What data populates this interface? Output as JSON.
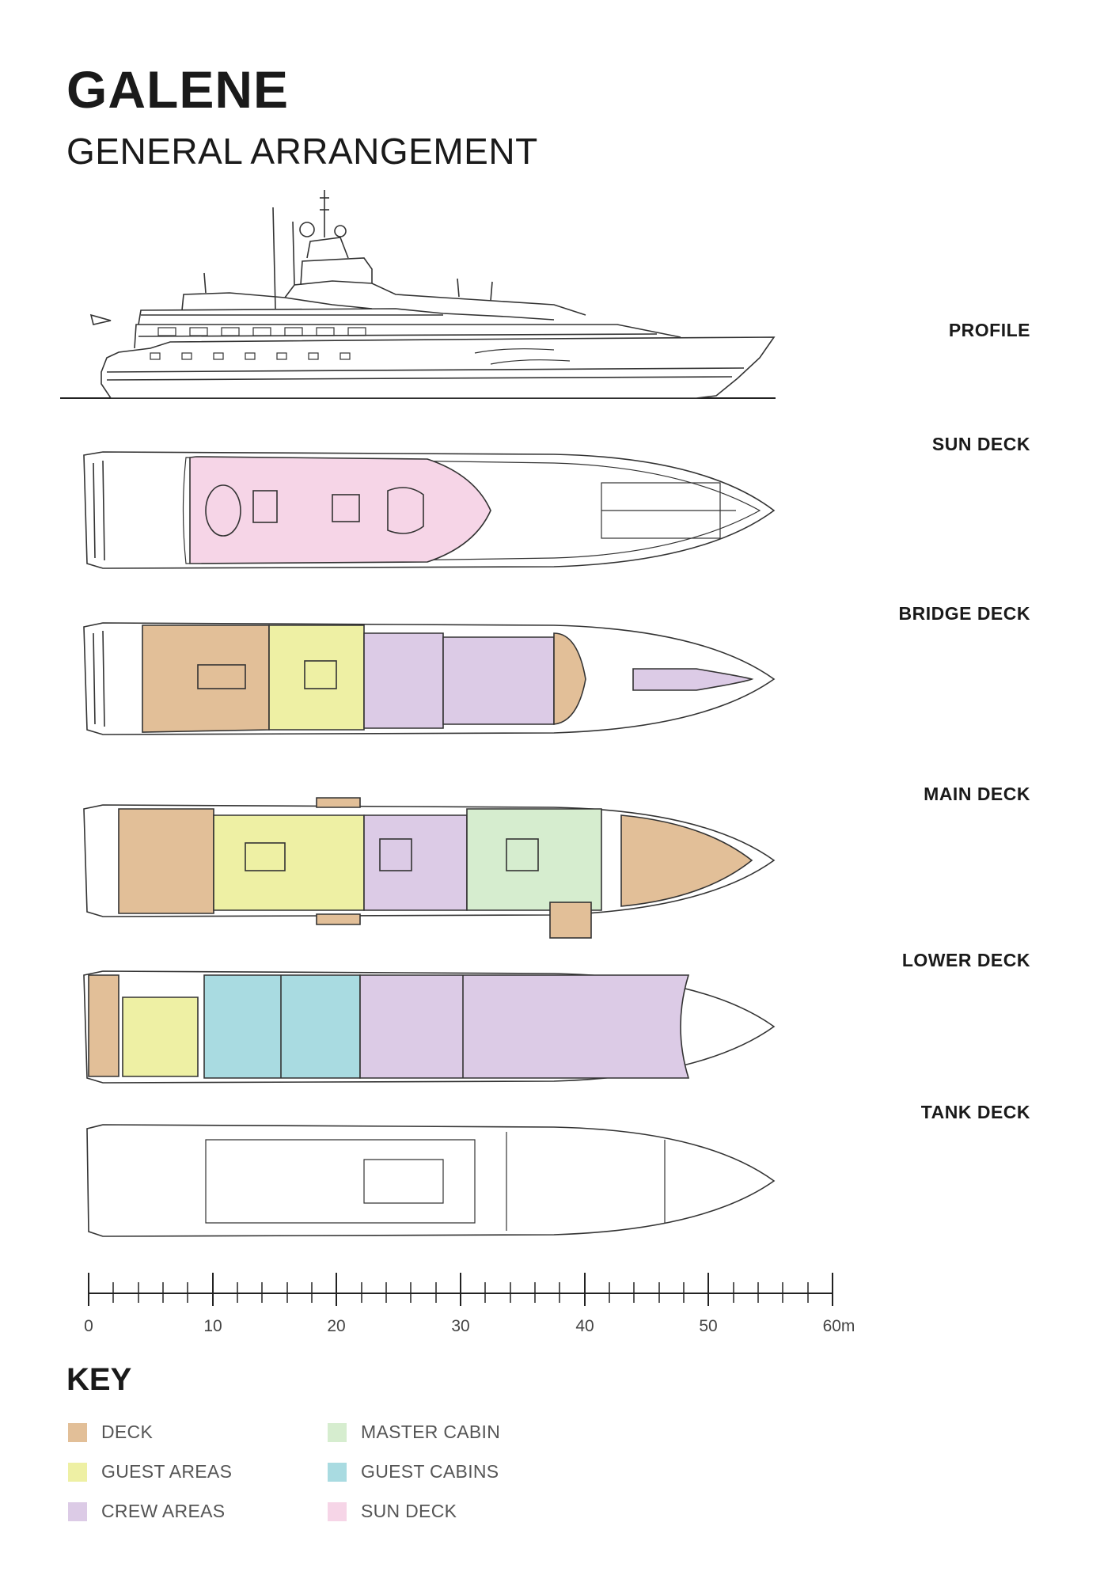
{
  "header": {
    "title": "GALENE",
    "subtitle": "GENERAL ARRANGEMENT"
  },
  "decks": {
    "profile": "PROFILE",
    "sun": "SUN DECK",
    "bridge": "BRIDGE DECK",
    "main": "MAIN DECK",
    "lower": "LOWER DECK",
    "tank": "TANK DECK"
  },
  "scale": {
    "ticks": [
      "0",
      "10",
      "20",
      "30",
      "40",
      "50",
      "60m"
    ]
  },
  "key": {
    "title": "KEY",
    "items": [
      {
        "label": "DECK",
        "color": "#e2bf98"
      },
      {
        "label": "GUEST AREAS",
        "color": "#eef0a4"
      },
      {
        "label": "CREW AREAS",
        "color": "#dccbe6"
      },
      {
        "label": "MASTER CABIN",
        "color": "#d6edcf"
      },
      {
        "label": "GUEST CABINS",
        "color": "#a9dbe1"
      },
      {
        "label": "SUN DECK",
        "color": "#f6d5e7"
      }
    ]
  }
}
